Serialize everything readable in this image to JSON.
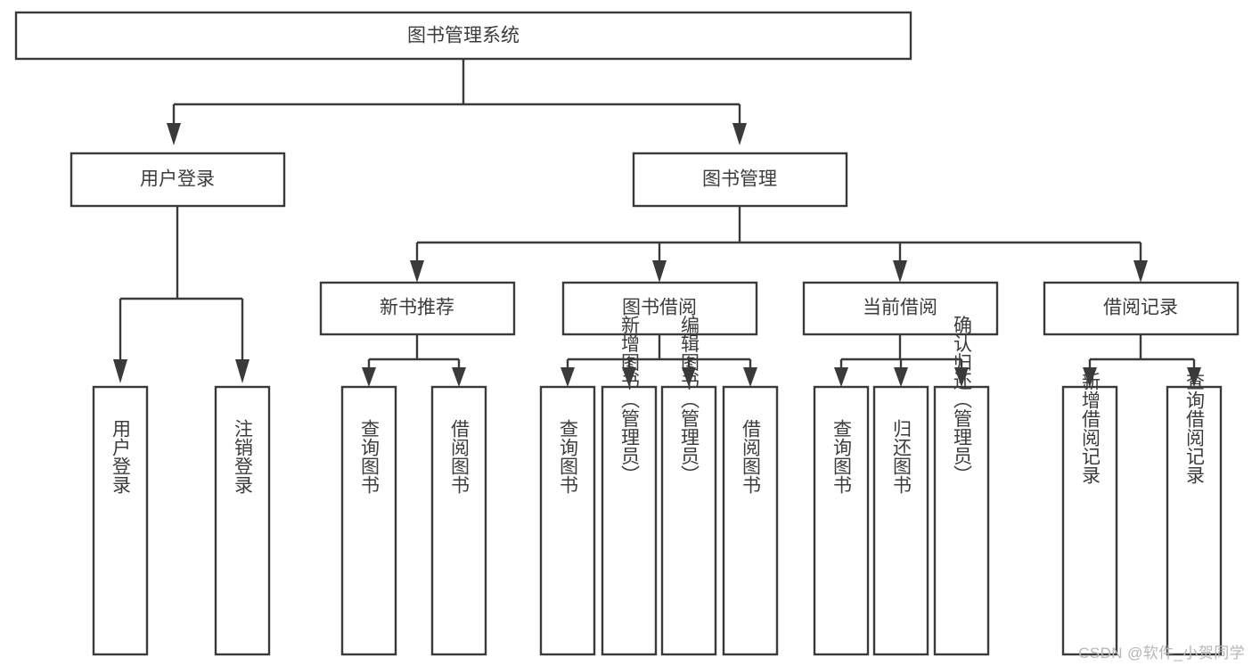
{
  "diagram": {
    "title": "图书管理系统",
    "type": "tree-hierarchy-chart",
    "watermark": "CSDN @软件_小贺同学",
    "colors": {
      "background": "#ffffff",
      "stroke": "#3a3a3a",
      "text": "#3c3c3c",
      "watermark": "#b6b6b6"
    },
    "nodes": {
      "root": {
        "label": "图书管理系统",
        "orientation": "horizontal"
      },
      "level2": [
        {
          "label": "用户登录",
          "orientation": "horizontal"
        },
        {
          "label": "图书管理",
          "orientation": "horizontal"
        }
      ],
      "level3": [
        {
          "label": "新书推荐",
          "orientation": "horizontal"
        },
        {
          "label": "图书借阅",
          "orientation": "horizontal"
        },
        {
          "label": "当前借阅",
          "orientation": "horizontal"
        },
        {
          "label": "借阅记录",
          "orientation": "horizontal"
        }
      ],
      "leaves": {
        "user_login": [
          {
            "label": "用户登录",
            "orientation": "vertical"
          },
          {
            "label": "注销登录",
            "orientation": "vertical"
          }
        ],
        "new_book_recommend": [
          {
            "label": "查询图书",
            "orientation": "vertical"
          },
          {
            "label": "借阅图书",
            "orientation": "vertical"
          }
        ],
        "book_borrow": [
          {
            "label": "查询图书",
            "orientation": "vertical"
          },
          {
            "label": "新增图书（管理员）",
            "orientation": "vertical"
          },
          {
            "label": "编辑图书（管理员）",
            "orientation": "vertical"
          },
          {
            "label": "借阅图书",
            "orientation": "vertical"
          }
        ],
        "current_borrow": [
          {
            "label": "查询图书",
            "orientation": "vertical"
          },
          {
            "label": "归还图书",
            "orientation": "vertical"
          },
          {
            "label": "确认归还（管理员）",
            "orientation": "vertical"
          }
        ],
        "borrow_record": [
          {
            "label": "新增借阅记录",
            "orientation": "vertical"
          },
          {
            "label": "查询借阅记录",
            "orientation": "vertical"
          }
        ]
      }
    }
  }
}
